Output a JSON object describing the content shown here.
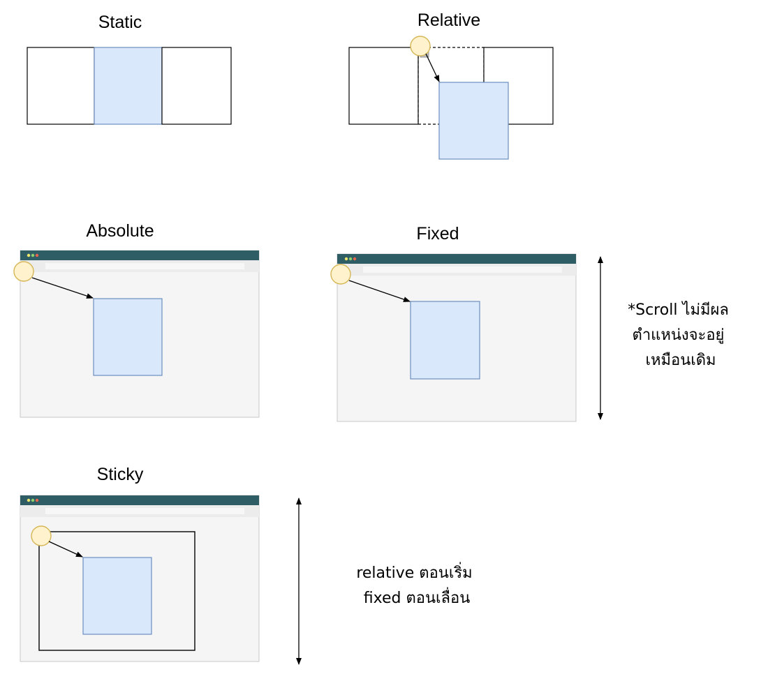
{
  "diagram": {
    "static": {
      "title": "Static"
    },
    "relative": {
      "title": "Relative"
    },
    "absolute": {
      "title": "Absolute"
    },
    "fixed": {
      "title": "Fixed",
      "note_lines": [
        "*Scroll ไม่มีผล",
        "ตำแหน่งจะอยู่",
        "เหมือนเดิม"
      ]
    },
    "sticky": {
      "title": "Sticky",
      "note_lines": [
        "relative ตอนเริ่ม",
        "fixed ตอนเลื่อน"
      ]
    }
  },
  "colors": {
    "element_fill": "#dae8fc",
    "element_stroke": "#6c8ebf",
    "origin_fill": "#fff2cc",
    "origin_stroke": "#d6b656",
    "titlebar": "#2f5d66",
    "traffic_lights": [
      "#f2e86d",
      "#8fd16b",
      "#e8654f"
    ]
  }
}
